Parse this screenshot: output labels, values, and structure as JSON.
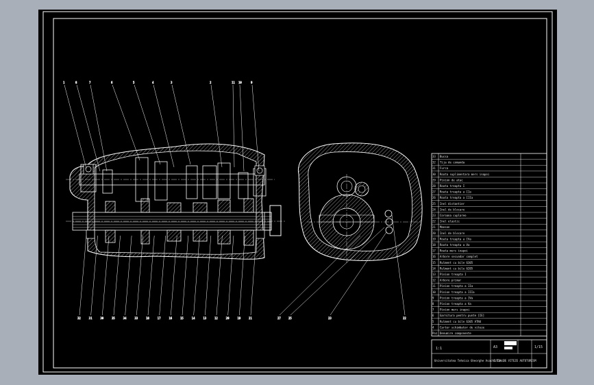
{
  "colors": {
    "background": "#a9afb8",
    "viewport": "#000000",
    "lines": "#ffffff",
    "hatch": "#9a9a9a",
    "table": "#ffffff"
  },
  "drawing": {
    "leaders_left_top": [
      "1",
      "8",
      "7",
      "6",
      "5",
      "4",
      "3",
      "2",
      "11",
      "10",
      "9"
    ],
    "leaders_left_bottom": [
      "32",
      "31",
      "30",
      "35",
      "34",
      "33",
      "18",
      "17",
      "16",
      "15",
      "14",
      "13",
      "12",
      "20",
      "19",
      "21"
    ],
    "leaders_right_bottom": [
      "27",
      "25",
      "23",
      "22"
    ]
  },
  "bom": {
    "rows": [
      {
        "no": "33",
        "text": "Bucsa"
      },
      {
        "no": "32",
        "text": "Tija de comanda"
      },
      {
        "no": "31",
        "text": "Furca"
      },
      {
        "no": "30",
        "text": "Roata suplimentara mers inapoi"
      },
      {
        "no": "29",
        "text": "Pinion de atac"
      },
      {
        "no": "28",
        "text": "Roata treapta I"
      },
      {
        "no": "27",
        "text": "Roata treapta a IIa"
      },
      {
        "no": "26",
        "text": "Roata treapta a IIIa"
      },
      {
        "no": "25",
        "text": "Inel distantier"
      },
      {
        "no": "24",
        "text": "Inel de blocare"
      },
      {
        "no": "23",
        "text": "Coroana cuplareo"
      },
      {
        "no": "22",
        "text": "Inel elastic"
      },
      {
        "no": "21",
        "text": "Manson"
      },
      {
        "no": "20",
        "text": "Inel de blocare"
      },
      {
        "no": "19",
        "text": "Roata treapta a IVa"
      },
      {
        "no": "18",
        "text": "Roata treapta a Va"
      },
      {
        "no": "17",
        "text": "Roata mers inapoi"
      },
      {
        "no": "16",
        "text": "Arbore secundar complet"
      },
      {
        "no": "15",
        "text": "Rulment cu bile 6305"
      },
      {
        "no": "14",
        "text": "Rulment cu bile 6205"
      },
      {
        "no": "13",
        "text": "Pinion treapta I"
      },
      {
        "no": "12",
        "text": "Arbore primar"
      },
      {
        "no": "11",
        "text": "Pinion treapta a IIa"
      },
      {
        "no": "10",
        "text": "Pinion treapta a IIIa"
      },
      {
        "no": "9",
        "text": "Pinion treapta a IVa"
      },
      {
        "no": "8",
        "text": "Pinion treapta a Va"
      },
      {
        "no": "7",
        "text": "Pinion mers inapoi"
      },
      {
        "no": "6",
        "text": "Garnitura pentru punte [IE]"
      },
      {
        "no": "5",
        "text": "Rulment cu bile 6305 ATN4"
      },
      {
        "no": "4",
        "text": "Carter schimbator de viteze"
      },
      {
        "no": "Poz",
        "text": "Denumire componente"
      }
    ],
    "title_block": {
      "scale": "1:1",
      "code": "A3",
      "sheet": "1/15",
      "title": "CUTIA DE VITEZE AUTOTURISM",
      "school": "Universitatea Tehnica Gheorghe Asachi Iasi"
    }
  }
}
